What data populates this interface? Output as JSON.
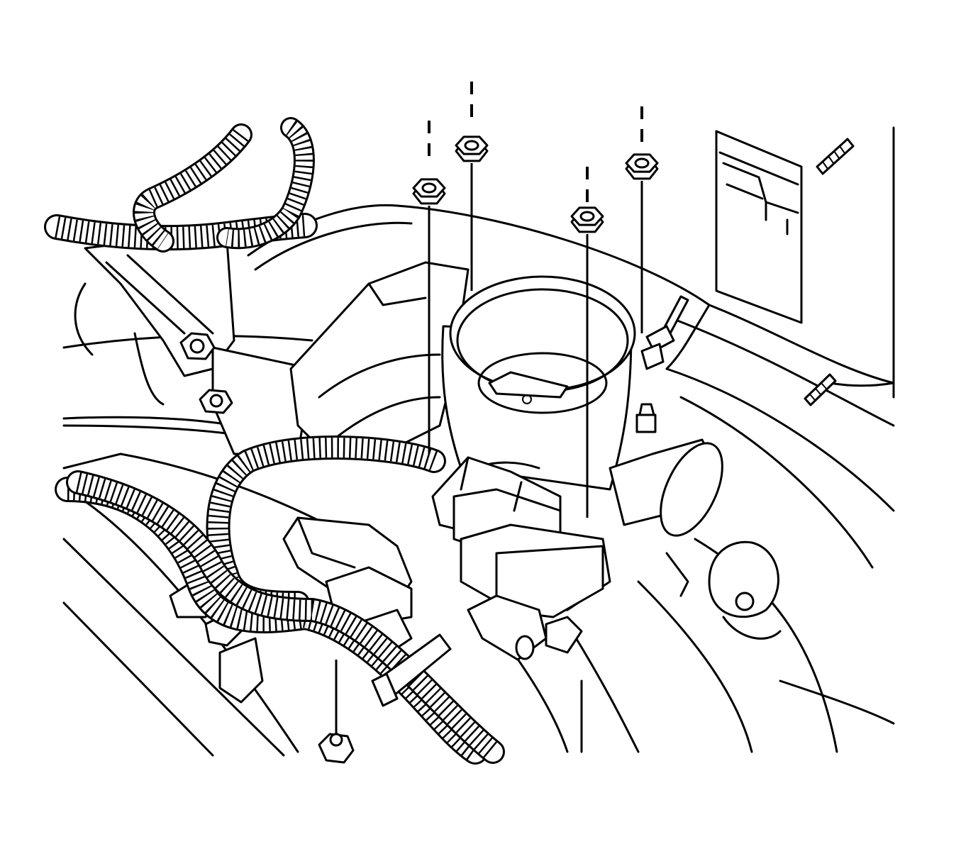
{
  "colors": {
    "line": "#000000",
    "background": "#ffffff"
  },
  "fasteners": [
    {
      "name": "throttle-body-nut-left",
      "icon": "hex-nut-icon"
    },
    {
      "name": "throttle-body-nut-top",
      "icon": "hex-nut-icon"
    },
    {
      "name": "throttle-body-nut-center",
      "icon": "hex-nut-icon"
    },
    {
      "name": "throttle-body-nut-right",
      "icon": "hex-nut-icon"
    }
  ]
}
